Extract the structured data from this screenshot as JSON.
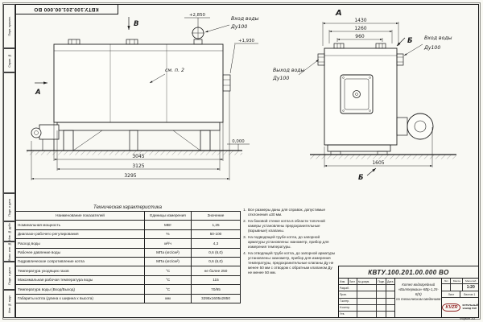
{
  "meta": {
    "doc_number_rotated": "КВТУ.100.201.00.000 ВО",
    "format_note": "Формат А3"
  },
  "stamps": [
    "Перв. примен.",
    "Справ. №",
    "Подп. и дата",
    "Инв. № дубл.",
    "Взам. инв. №",
    "Подп. и дата",
    "Инв. № подл."
  ],
  "drawing": {
    "labels": {
      "view_b": "В",
      "view_a": "А",
      "view_a_title": "А",
      "section_b_top": "Б",
      "section_b_bottom": "Б",
      "see_note": "см. п. 2",
      "inlet_top_1": "Вход воды",
      "inlet_top_2": "Ду100",
      "outlet_1": "Выход воды",
      "outlet_2": "Ду100",
      "inlet_right_1": "Вход воды",
      "inlet_right_2": "Ду100",
      "elev_top": "+2,850",
      "elev_mid": "+1,930",
      "elev_zero": "0,000"
    },
    "dimensions": {
      "body_length": "3045",
      "skid_length": "3125",
      "overall_length": "3295",
      "front_overall": "1430",
      "front_mid": "1260",
      "front_inner": "960",
      "front_width": "1605"
    }
  },
  "notes": {
    "items": [
      {
        "num": "1.",
        "text": "Все размеры даны для справок, допустимые отклонения ±30 мм."
      },
      {
        "num": "2.",
        "text": "На боковой стенке котла в области топочной камеры установлены предохранительные (взрывные) клапаны."
      },
      {
        "num": "3.",
        "text": "На подводящей трубе котла, до запорной арматуры установлены: манометр, прибор для измерения температуры."
      },
      {
        "num": "4.",
        "text": "На отводящей трубе котла, до запорной арматуры установлены: манометр, прибор для измерения температуры, предохранительные клапаны Ду не менее 50 мм с отводом с обратным клапаном Ду не менее 50 мм."
      }
    ]
  },
  "table": {
    "title": "Техническая характеристика",
    "headers": [
      "Наименование показателей",
      "Единицы измерения",
      "Значение"
    ],
    "rows": [
      {
        "name": "Номинальная мощность",
        "unit": "МВт",
        "value": "1,25"
      },
      {
        "name": "Диапазон рабочего регулирования",
        "unit": "%",
        "value": "50-100"
      },
      {
        "name": "Расход воды",
        "unit": "м³/ч",
        "value": "4,3"
      },
      {
        "name": "Рабочее давление воды",
        "unit": "МПа (кгс/см²)",
        "value": "0,6 (6,0)"
      },
      {
        "name": "Гидравлическое сопротивление котла",
        "unit": "МПа (кгс/см²)",
        "value": "0,6 (6,0)"
      },
      {
        "name": "Температура уходящих газов",
        "unit": "°С",
        "value": "не более 250"
      },
      {
        "name": "Максимальная рабочая температура воды",
        "unit": "°С",
        "value": "115"
      },
      {
        "name": "Температура воды (Вход/Выход)",
        "unit": "°С",
        "value": "70/95"
      },
      {
        "name": "Габариты котла (длина х ширина х высота)",
        "unit": "мм",
        "value": "3295х1605х2850"
      }
    ]
  },
  "title_block": {
    "doc_number": "КВТУ.100.201.00.000 ВО",
    "name_line1": "Котел водогрейный",
    "name_line2": "«Валтермаш»-КВр-1,25-К(К)",
    "name_line3": "по техническим сведениям",
    "sig_header": [
      "Изм.",
      "Лист",
      "№ докум.",
      "Подп.",
      "Дата"
    ],
    "sig_rows": [
      "Разраб.",
      "Пров.",
      "Т.контр.",
      "Н.контр.",
      "Утв."
    ],
    "lit_label": "Лит.",
    "mass_label": "Масса",
    "scale_label": "Масштаб",
    "scale_value": "1:20",
    "sheet_label": "Лист",
    "sheets_label": "Листов",
    "sheets_value": "1",
    "logo_text": "KVZR",
    "company_line1": "КОТЕЛЬНЫЙ",
    "company_line2": "ЗАВОД РЭП"
  },
  "colors": {
    "line": "#1c1c1c",
    "paper": "#f9f9f4",
    "logo": "#8f1f1f"
  }
}
